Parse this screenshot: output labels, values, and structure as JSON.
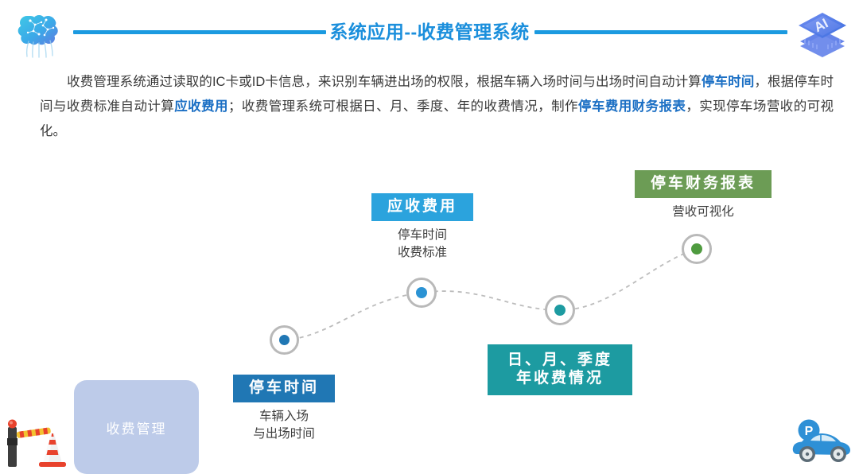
{
  "header": {
    "title": "系统应用--收费管理系统",
    "left_icon": "brain-ai-icon",
    "right_icon": "ai-chip-icon",
    "accent_color": "#1b9ae0"
  },
  "paragraph": {
    "seg1": "收费管理系统通过读取的IC卡或ID卡信息，来识别车辆进出场的权限，根据车辆入场时间与出场时间自动计算",
    "hl1": "停车时间",
    "seg2": "，根据停车时间与收费标准自动计算",
    "hl2": "应收费用",
    "seg3": "；收费管理系统可根据日、月、季度、年的收费情况，制作",
    "hl3": "停车费用财务报表",
    "seg4": "，实现停车场营收的可视化。",
    "highlight_color": "#1b6fc4"
  },
  "diagram": {
    "source_box": {
      "label": "收费管理",
      "fill": "#bdcbe9",
      "text_color": "#ffffff"
    },
    "steps": [
      {
        "id": "step-parking-time",
        "title": "停车时间",
        "sub_line1": "车辆入场",
        "sub_line2": "与出场时间",
        "color": "#2077b4",
        "node_color": "#2077b4"
      },
      {
        "id": "step-payable-fee",
        "title": "应收费用",
        "sub_line1": "停车时间",
        "sub_line2": "收费标准",
        "color": "#2ba3dd",
        "node_color": "#2b93d4"
      },
      {
        "id": "step-fee-periods",
        "title": "日、月、季度",
        "title_line2": "年收费情况",
        "sub_line1": "",
        "sub_line2": "",
        "color": "#1d9ba1",
        "node_color": "#1d9ba1"
      },
      {
        "id": "step-financial-report",
        "title": "停车财务报表",
        "sub_line1": "营收可视化",
        "sub_line2": "",
        "color": "#6c9c55",
        "node_color": "#4f9b3f"
      }
    ],
    "connector": {
      "style": "dashed",
      "color": "#bcbcbc"
    }
  },
  "footer": {
    "left_icon": "parking-barrier-and-cone-icon",
    "right_icon": "parking-car-icon",
    "car_sign_label": "P"
  }
}
